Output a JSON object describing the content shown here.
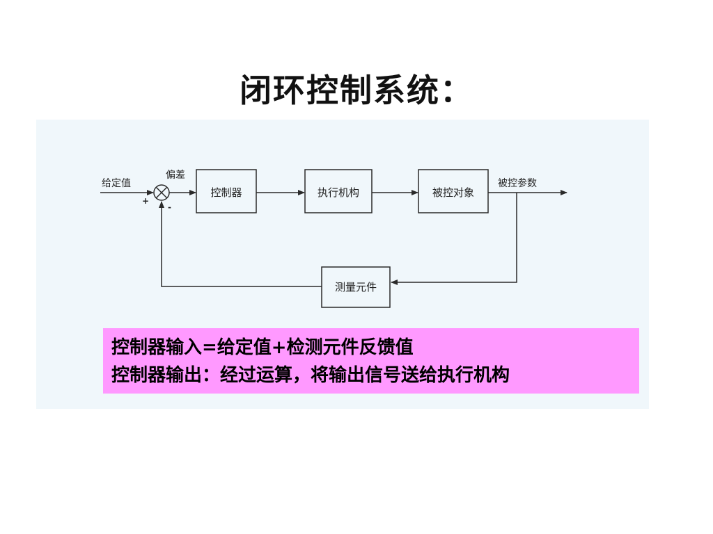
{
  "slide": {
    "title": "闭环控制系统："
  },
  "diagram": {
    "input_label": "给定值",
    "error_label": "偏差",
    "plus_sign": "+",
    "minus_sign": "-",
    "blocks": {
      "controller": "控制器",
      "actuator": "执行机构",
      "plant": "被控对象",
      "sensor": "测量元件"
    },
    "output_label": "被控参数"
  },
  "notes": {
    "line1": "控制器输入=给定值+检测元件反馈值",
    "line2": "控制器输出：经过运算，将输出信号送给执行机构"
  },
  "colors": {
    "diagram_background": "#f0f7fb",
    "note_background": "#ff99ff",
    "line_color": "#2a2a2a"
  }
}
